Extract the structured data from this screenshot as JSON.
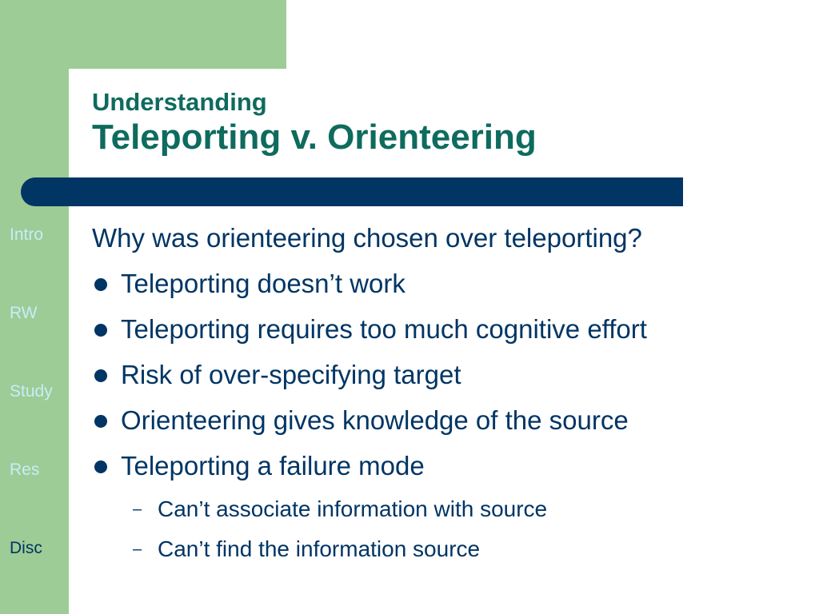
{
  "slide": {
    "title_line1": "Understanding",
    "title_line2": "Teleporting v. Orienteering"
  },
  "nav": {
    "items": [
      {
        "label": "Intro",
        "active": false
      },
      {
        "label": "RW",
        "active": false
      },
      {
        "label": "Study",
        "active": false
      },
      {
        "label": "Res",
        "active": false
      },
      {
        "label": "Disc",
        "active": true
      }
    ],
    "colors": {
      "inactive": "#c9ecf8",
      "active": "#003564"
    }
  },
  "content": {
    "lead": "Why was orienteering chosen over teleporting?",
    "bullets": [
      "Teleporting doesn’t work",
      "Teleporting requires too much cognitive effort",
      "Risk of over-specifying target",
      "Orienteering gives knowledge of the source",
      "Teleporting a failure mode"
    ],
    "sub_bullets": [
      "Can’t associate information with source",
      "Can’t find the information source"
    ]
  },
  "colors": {
    "band": "#9dcc96",
    "title": "#0e6b5e",
    "bar": "#003564",
    "text": "#003564"
  }
}
